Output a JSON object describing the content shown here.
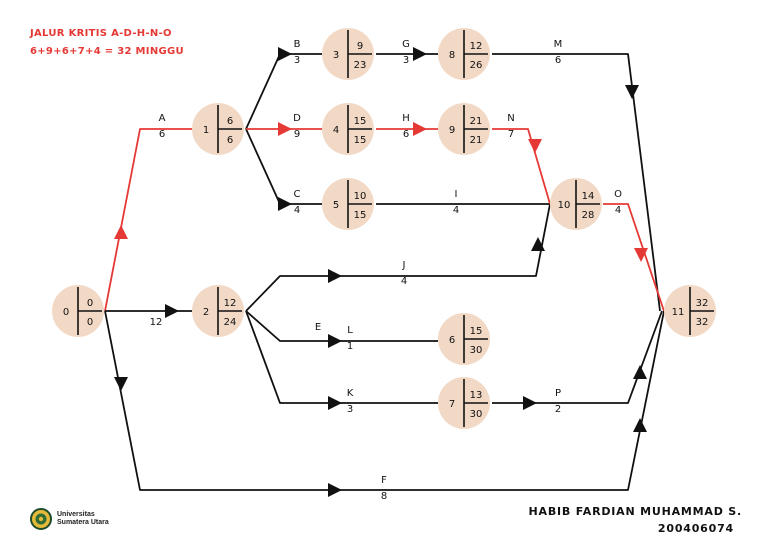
{
  "header": {
    "line1": "JALUR  KRITIS A-D-H-N-O",
    "line2": "6+9+6+7+4 = 32 MINGGU"
  },
  "author": {
    "name": "HABIB FARDIAN MUHAMMAD S.",
    "id": "200406074"
  },
  "logo": {
    "line1": "Universitas",
    "line2": "Sumatera Utara"
  },
  "colors": {
    "critical": "#e53935",
    "normal": "#111111",
    "node_fill": "#f2d9c6"
  },
  "nodes": [
    {
      "id": "0",
      "es": "0",
      "ls": "0"
    },
    {
      "id": "1",
      "es": "6",
      "ls": "6"
    },
    {
      "id": "2",
      "es": "12",
      "ls": "24"
    },
    {
      "id": "3",
      "es": "9",
      "ls": "23"
    },
    {
      "id": "4",
      "es": "15",
      "ls": "15"
    },
    {
      "id": "5",
      "es": "10",
      "ls": "15"
    },
    {
      "id": "6",
      "es": "15",
      "ls": "30"
    },
    {
      "id": "7",
      "es": "13",
      "ls": "30"
    },
    {
      "id": "8",
      "es": "12",
      "ls": "26"
    },
    {
      "id": "9",
      "es": "21",
      "ls": "21"
    },
    {
      "id": "10",
      "es": "14",
      "ls": "28"
    },
    {
      "id": "11",
      "es": "32",
      "ls": "32"
    }
  ],
  "activities": [
    {
      "name": "A",
      "duration": "6",
      "critical": true
    },
    {
      "name": "B",
      "duration": "3",
      "critical": false
    },
    {
      "name": "C",
      "duration": "4",
      "critical": false
    },
    {
      "name": "D",
      "duration": "9",
      "critical": true
    },
    {
      "name": "E",
      "duration": "",
      "critical": false
    },
    {
      "name": "F",
      "duration": "8",
      "critical": false
    },
    {
      "name": "G",
      "duration": "3",
      "critical": false
    },
    {
      "name": "H",
      "duration": "6",
      "critical": true
    },
    {
      "name": "I",
      "duration": "4",
      "critical": false
    },
    {
      "name": "J",
      "duration": "4",
      "critical": false
    },
    {
      "name": "K",
      "duration": "3",
      "critical": false
    },
    {
      "name": "L",
      "duration": "1",
      "critical": false
    },
    {
      "name": "M",
      "duration": "6",
      "critical": false
    },
    {
      "name": "N",
      "duration": "7",
      "critical": true
    },
    {
      "name": "O",
      "duration": "4",
      "critical": true
    },
    {
      "name": "P",
      "duration": "2",
      "critical": false
    },
    {
      "name": "",
      "duration": "12",
      "critical": false
    }
  ]
}
